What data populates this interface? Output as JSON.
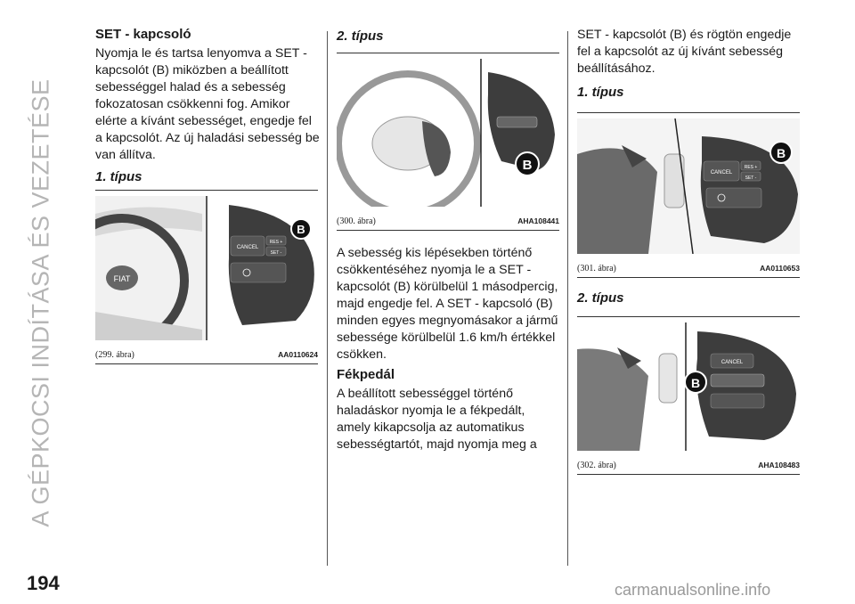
{
  "side_title": "A GÉPKOCSI INDÍTÁSA ÉS VEZETÉSE",
  "page_number": "194",
  "watermark": "carmanualsonline.info",
  "col1": {
    "heading": "SET - kapcsoló",
    "paragraph": "Nyomja le és tartsa lenyomva a SET - kapcsolót (B) miközben a beállított sebességgel halad és a sebesség fokozatosan csökkenni fog. Amikor elérte a kívánt sebességet, engedje fel a kapcsolót. Az új haladási sebesség be van állítva.",
    "type_label": "1. típus",
    "figure": {
      "caption": "(299. ábra)",
      "code": "AA0110624",
      "labels": {
        "cancel": "CANCEL",
        "res": "RES +",
        "set": "SET -",
        "marker": "B",
        "logo": "FIAT"
      }
    }
  },
  "col2": {
    "type_label": "2. típus",
    "figure": {
      "caption": "(300. ábra)",
      "code": "AHA108441",
      "labels": {
        "marker": "B"
      }
    },
    "paragraph1": "A sebesség kis lépésekben történő csökkentéséhez nyomja le a SET - kapcsolót (B) körülbelül 1 másodpercig, majd engedje fel. A SET - kapcsoló (B) minden egyes megnyomásakor a jármű sebessége körülbelül 1.6 km/h értékkel csökken.",
    "heading": "Fékpedál",
    "paragraph2": "A beállított sebességgel történő haladáskor nyomja le a fékpedált, amely kikapcsolja az automatikus sebességtartót, majd nyomja meg a"
  },
  "col3": {
    "paragraph": "SET - kapcsolót (B) és rögtön engedje fel a kapcsolót az új kívánt sebesség beállításához.",
    "type1_label": "1. típus",
    "figure1": {
      "caption": "(301. ábra)",
      "code": "AA0110653",
      "labels": {
        "cancel": "CANCEL",
        "res": "RES +",
        "set": "SET -",
        "marker": "B"
      }
    },
    "type2_label": "2. típus",
    "figure2": {
      "caption": "(302. ábra)",
      "code": "AHA108483",
      "labels": {
        "cancel": "CANCEL",
        "marker": "B"
      }
    }
  },
  "colors": {
    "text": "#1a1a1a",
    "side_title": "#b5b5b5",
    "illustration_dark": "#3a3a3a"
  }
}
